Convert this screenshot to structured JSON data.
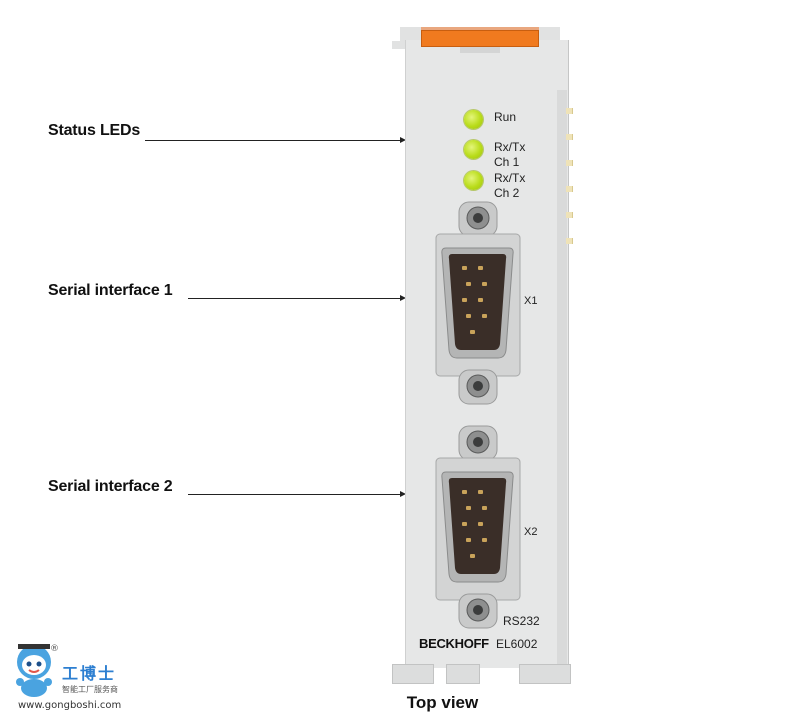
{
  "callouts": {
    "status_leds": "Status LEDs",
    "serial_1": "Serial interface 1",
    "serial_2": "Serial interface 2"
  },
  "caption": "Top view",
  "device": {
    "leds": {
      "run": "Run",
      "ch1_line1": "Rx/Tx",
      "ch1_line2": "Ch 1",
      "ch2_line1": "Rx/Tx",
      "ch2_line2": "Ch 2"
    },
    "port1_label": "X1",
    "port2_label": "X2",
    "interface_type": "RS232",
    "brand": "BECKHOFF",
    "model": "EL6002"
  },
  "watermark": {
    "title": "工博士",
    "subtitle": "智能工厂服务商",
    "url": "www.gongboshi.com",
    "registered": "®"
  },
  "colors": {
    "led_green": "#b9dc1a",
    "orange_tab": "#f07a1f",
    "housing": "#e6e7e7",
    "connector": "#3a2e28"
  }
}
